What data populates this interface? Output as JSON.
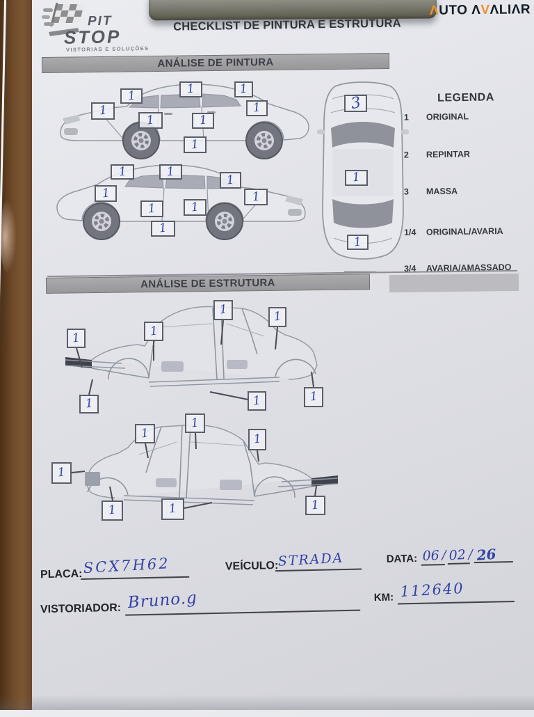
{
  "header": {
    "title": "CHECKLIST DE PINTURA E ESTRUTURA",
    "pitstop": {
      "line1": "PIT",
      "line2": "STOP",
      "tagline": "VISTORIAS E SOLUÇÕES"
    },
    "brand": {
      "a1": "Λ",
      "rest1": "UTO ",
      "a2": "Λ",
      "v2": "V",
      "rest2": "ΛLIΛR"
    }
  },
  "pintura": {
    "section_title": "ANÁLISE DE PINTURA",
    "side_top_marks": [
      "1",
      "1",
      "1",
      "1",
      "1",
      "1",
      "1",
      "1"
    ],
    "side_bottom_marks": [
      "1",
      "1",
      "1",
      "1",
      "1",
      "1",
      "1",
      "1"
    ],
    "top_view_marks": [
      "3",
      "1",
      "1"
    ],
    "legend": {
      "title": "LEGENDA",
      "items": [
        {
          "code": "1",
          "label": "ORIGINAL"
        },
        {
          "code": "2",
          "label": "REPINTAR"
        },
        {
          "code": "3",
          "label": "MASSA"
        },
        {
          "code": "1/4",
          "label": "ORIGINAL/AVARIA"
        },
        {
          "code": "3/4",
          "label": "AVARIA/AMASSADO"
        }
      ]
    }
  },
  "estrutura": {
    "section_title": "ANÁLISE DE ESTRUTURA",
    "upper_marks": [
      "1",
      "1",
      "1",
      "1",
      "1",
      "1",
      "1"
    ],
    "lower_marks": [
      "1",
      "1",
      "1",
      "1",
      "1",
      "1",
      "1"
    ]
  },
  "form": {
    "placa_label": "PLACA:",
    "placa_value": "SCX7H62",
    "veiculo_label": "VEÍCULO:",
    "veiculo_value": "STRADA",
    "data_label": "DATA:",
    "data_day": "06",
    "data_month": "02",
    "data_year": "26",
    "sep": "/",
    "vistoriador_label": "VISTORIADOR:",
    "vistoriador_value": "Bruno.g",
    "km_label": "KM:",
    "km_value": "112640"
  },
  "colors": {
    "ink_blue": "#3342a4",
    "brand_orange": "#f0922b",
    "bar_gray": "#9b9b9e",
    "wood_brown": "#6e4a2a"
  }
}
